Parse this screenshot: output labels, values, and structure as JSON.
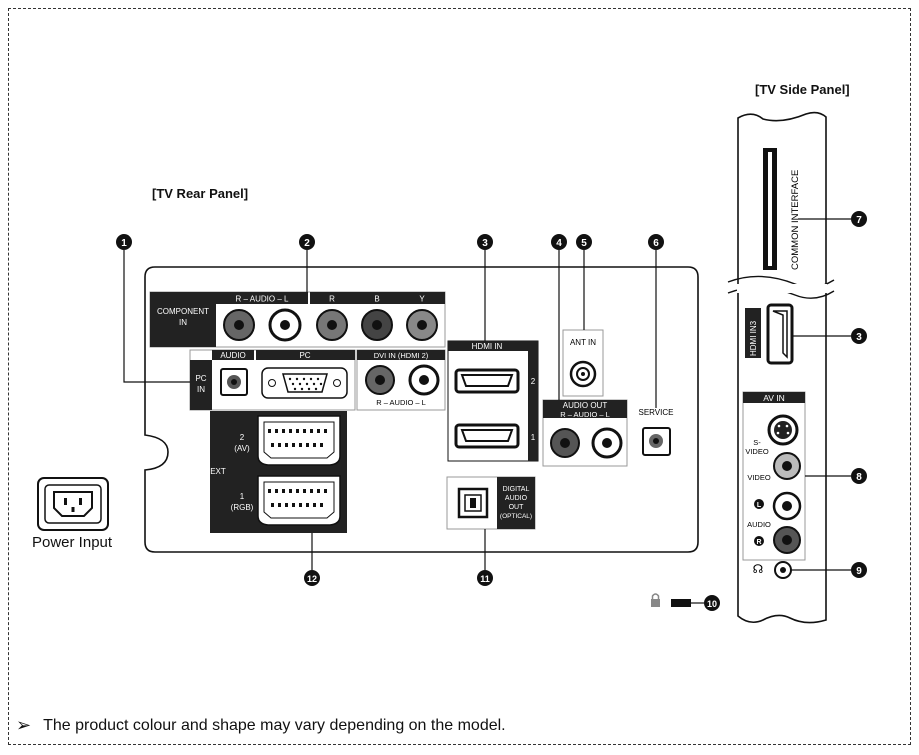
{
  "titles": {
    "rear_panel": "[TV Rear Panel]",
    "side_panel": "[TV Side Panel]"
  },
  "callouts": [
    "❶",
    "❷",
    "❸",
    "❹",
    "❺",
    "❻",
    "❼",
    "❸",
    "❽",
    "❾",
    "❿",
    "⓫",
    "⓬"
  ],
  "rear": {
    "component_in": "COMPONENT IN",
    "audio_rl": "R – AUDIO – L",
    "pr": "R",
    "pb": "B",
    "y": "Y",
    "pc_in": "PC IN",
    "audio": "AUDIO",
    "pc": "PC",
    "dvi_in": "DVI IN (HDMI 2)",
    "dvi_audio": "R – AUDIO – L",
    "hdmi_in": "HDMI IN",
    "hdmi_2": "2",
    "hdmi_1": "1",
    "ant_in": "ANT IN",
    "audio_out": "AUDIO OUT",
    "audio_out_rl": "R – AUDIO – L",
    "service": "SERVICE",
    "ext": "EXT",
    "ext_2": "2 (AV)",
    "ext_1": "1 (RGB)",
    "digital_audio_out": "DIGITAL AUDIO OUT (OPTICAL)",
    "power_input": "Power Input"
  },
  "side": {
    "common_interface": "COMMON INTERFACE",
    "hdmi_in3": "HDMI IN3",
    "av_in": "AV IN",
    "s_video": "S-VIDEO",
    "video": "VIDEO",
    "audio_l": "L",
    "audio": "AUDIO",
    "audio_r": "R"
  },
  "footer": {
    "arrow": "➢",
    "note": "The product colour and shape may vary depending on the model."
  }
}
